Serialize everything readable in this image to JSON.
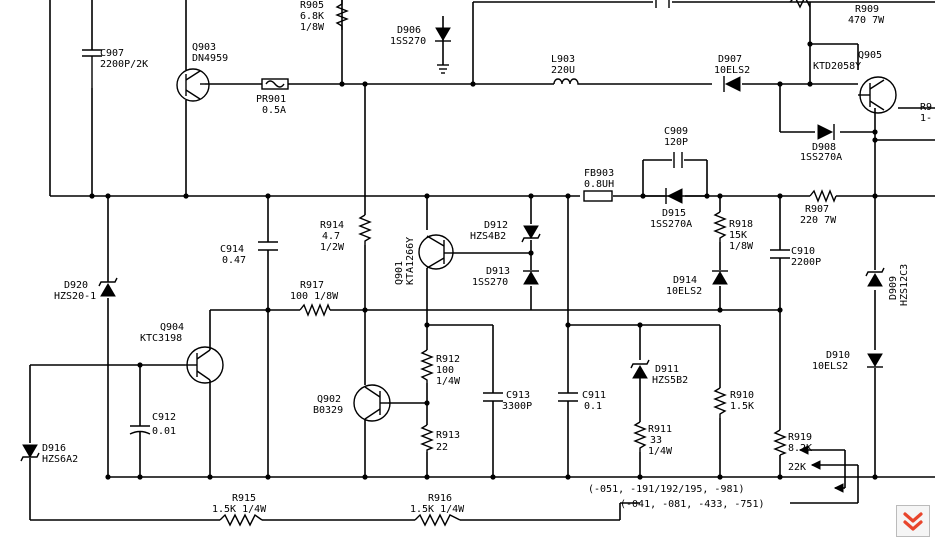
{
  "labels": {
    "r905": "R905",
    "r905v": "6.8K",
    "r905w": "1/8W",
    "d906": "D906",
    "d906v": "1SS270",
    "r909": "R909",
    "r909v": "470 7W",
    "q903": "Q903",
    "q903v": "DN4959",
    "c907": "C907",
    "c907v": "2200P/2K",
    "pr901": "PR901",
    "pr901v": "0.5A",
    "l903": "L903",
    "l903v": "220U",
    "d907": "D907",
    "d907v": "10ELS2",
    "q905": "Q905",
    "q905v": "KTD2058Y",
    "r9x": "R9",
    "r9xv": "1-",
    "c909": "C909",
    "c909v": "120P",
    "d908": "D908",
    "d908v": "1SS270A",
    "fb903": "FB903",
    "fb903v": "0.8UH",
    "d915": "D915",
    "d915v": "1SS270A",
    "r918": "R918",
    "r918v": "15K",
    "r918w": "1/8W",
    "r907": "R907",
    "r907v": "220 7W",
    "r914": "R914",
    "r914v": "4.7",
    "r914w": "1/2W",
    "q901": "Q901",
    "q901v": "KTA1266Y",
    "d912": "D912",
    "d912v": "HZS4B2",
    "d913": "D913",
    "d913v": "1SS270",
    "c914": "C914",
    "c914v": "0.47",
    "c910": "C910",
    "c910v": "2200P",
    "d914": "D914",
    "d914v": "10ELS2",
    "d909": "D909",
    "d909v": "HZS12C3",
    "d920": "D920",
    "d920v": "HZS20-1",
    "r917": "R917",
    "r917v": "100 1/8W",
    "q904": "Q904",
    "q904v": "KTC3198",
    "r912": "R912",
    "r912v": "100",
    "r912w": "1/4W",
    "d911": "D911",
    "d911v": "HZS5B2",
    "d910": "D910",
    "d910v": "10ELS2",
    "c913": "C913",
    "c913v": "3300P",
    "c911": "C911",
    "c911v": "0.1",
    "r910": "R910",
    "r910v": "1.5K",
    "q902": "Q902",
    "q902v": "B0329",
    "c912": "C912",
    "c912v": "0.01",
    "r913": "R913",
    "r913v": "22",
    "r911": "R911",
    "r911v": "33",
    "r911w": "1/4W",
    "r919": "R919",
    "r919v": "8.2K",
    "r919alt": "22K",
    "d916": "D916",
    "d916v": "HZS6A2",
    "r915": "R915",
    "r915v": "1.5K  1/4W",
    "r916": "R916",
    "r916v": "1.5K  1/4W",
    "variant1": "(-051, -191/192/195, -981)",
    "variant2": "(-041, -081, -433, -751)"
  },
  "icons": {
    "scroll": "double-chevron-down-icon"
  },
  "colors": {
    "accent": "#e8452c"
  }
}
